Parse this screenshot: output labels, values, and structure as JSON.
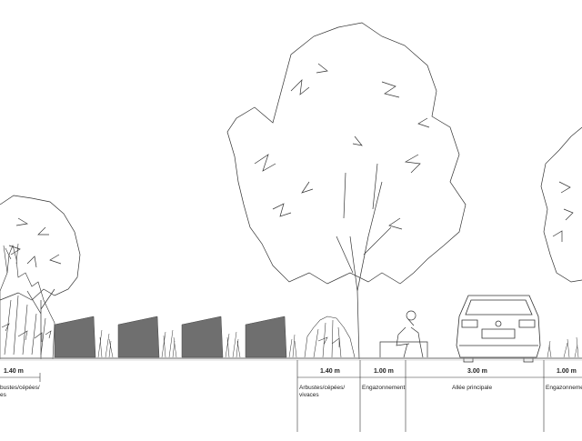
{
  "dimensions": [
    {
      "value": "1.40 m",
      "caption": [
        "bustes/cépées/",
        "es"
      ]
    },
    {
      "value": "1.40 m",
      "caption": [
        "Arbustes/cépées/",
        "vivaces"
      ]
    },
    {
      "value": "1.00 m",
      "caption": [
        "Engazonnement"
      ]
    },
    {
      "value": "3.00 m",
      "caption": [
        "Allée principale"
      ]
    },
    {
      "value": "1.00 m",
      "caption": [
        "Engazonneme"
      ]
    }
  ],
  "colors": {
    "ink": "#333333",
    "planter": "#6f6f6f",
    "ground": "#888888"
  }
}
